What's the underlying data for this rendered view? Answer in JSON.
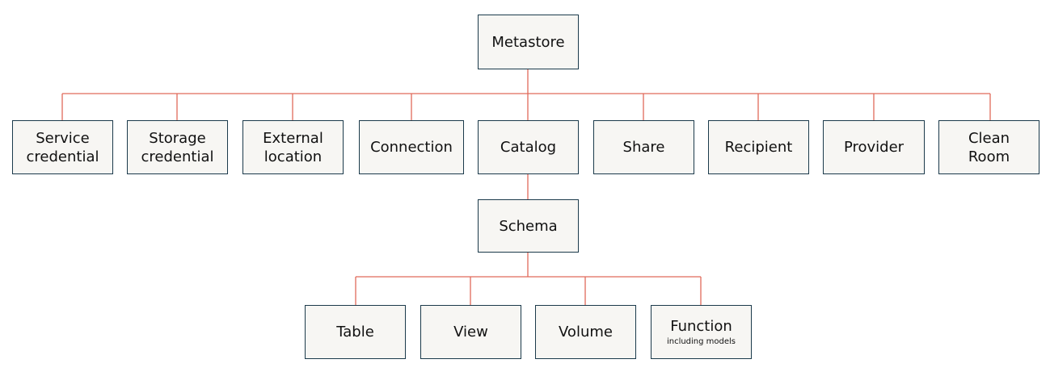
{
  "colors": {
    "connector": "#e06a5a",
    "box_border": "#1b3a4b",
    "box_fill": "#f7f6f3"
  },
  "nodes": {
    "metastore": "Metastore",
    "service_credential": "Service\ncredential",
    "storage_credential": "Storage\ncredential",
    "external_location": "External\nlocation",
    "connection": "Connection",
    "catalog": "Catalog",
    "share": "Share",
    "recipient": "Recipient",
    "provider": "Provider",
    "clean_room": "Clean\nRoom",
    "schema": "Schema",
    "table": "Table",
    "view": "View",
    "volume": "Volume",
    "function": "Function",
    "function_sub": "including models"
  }
}
